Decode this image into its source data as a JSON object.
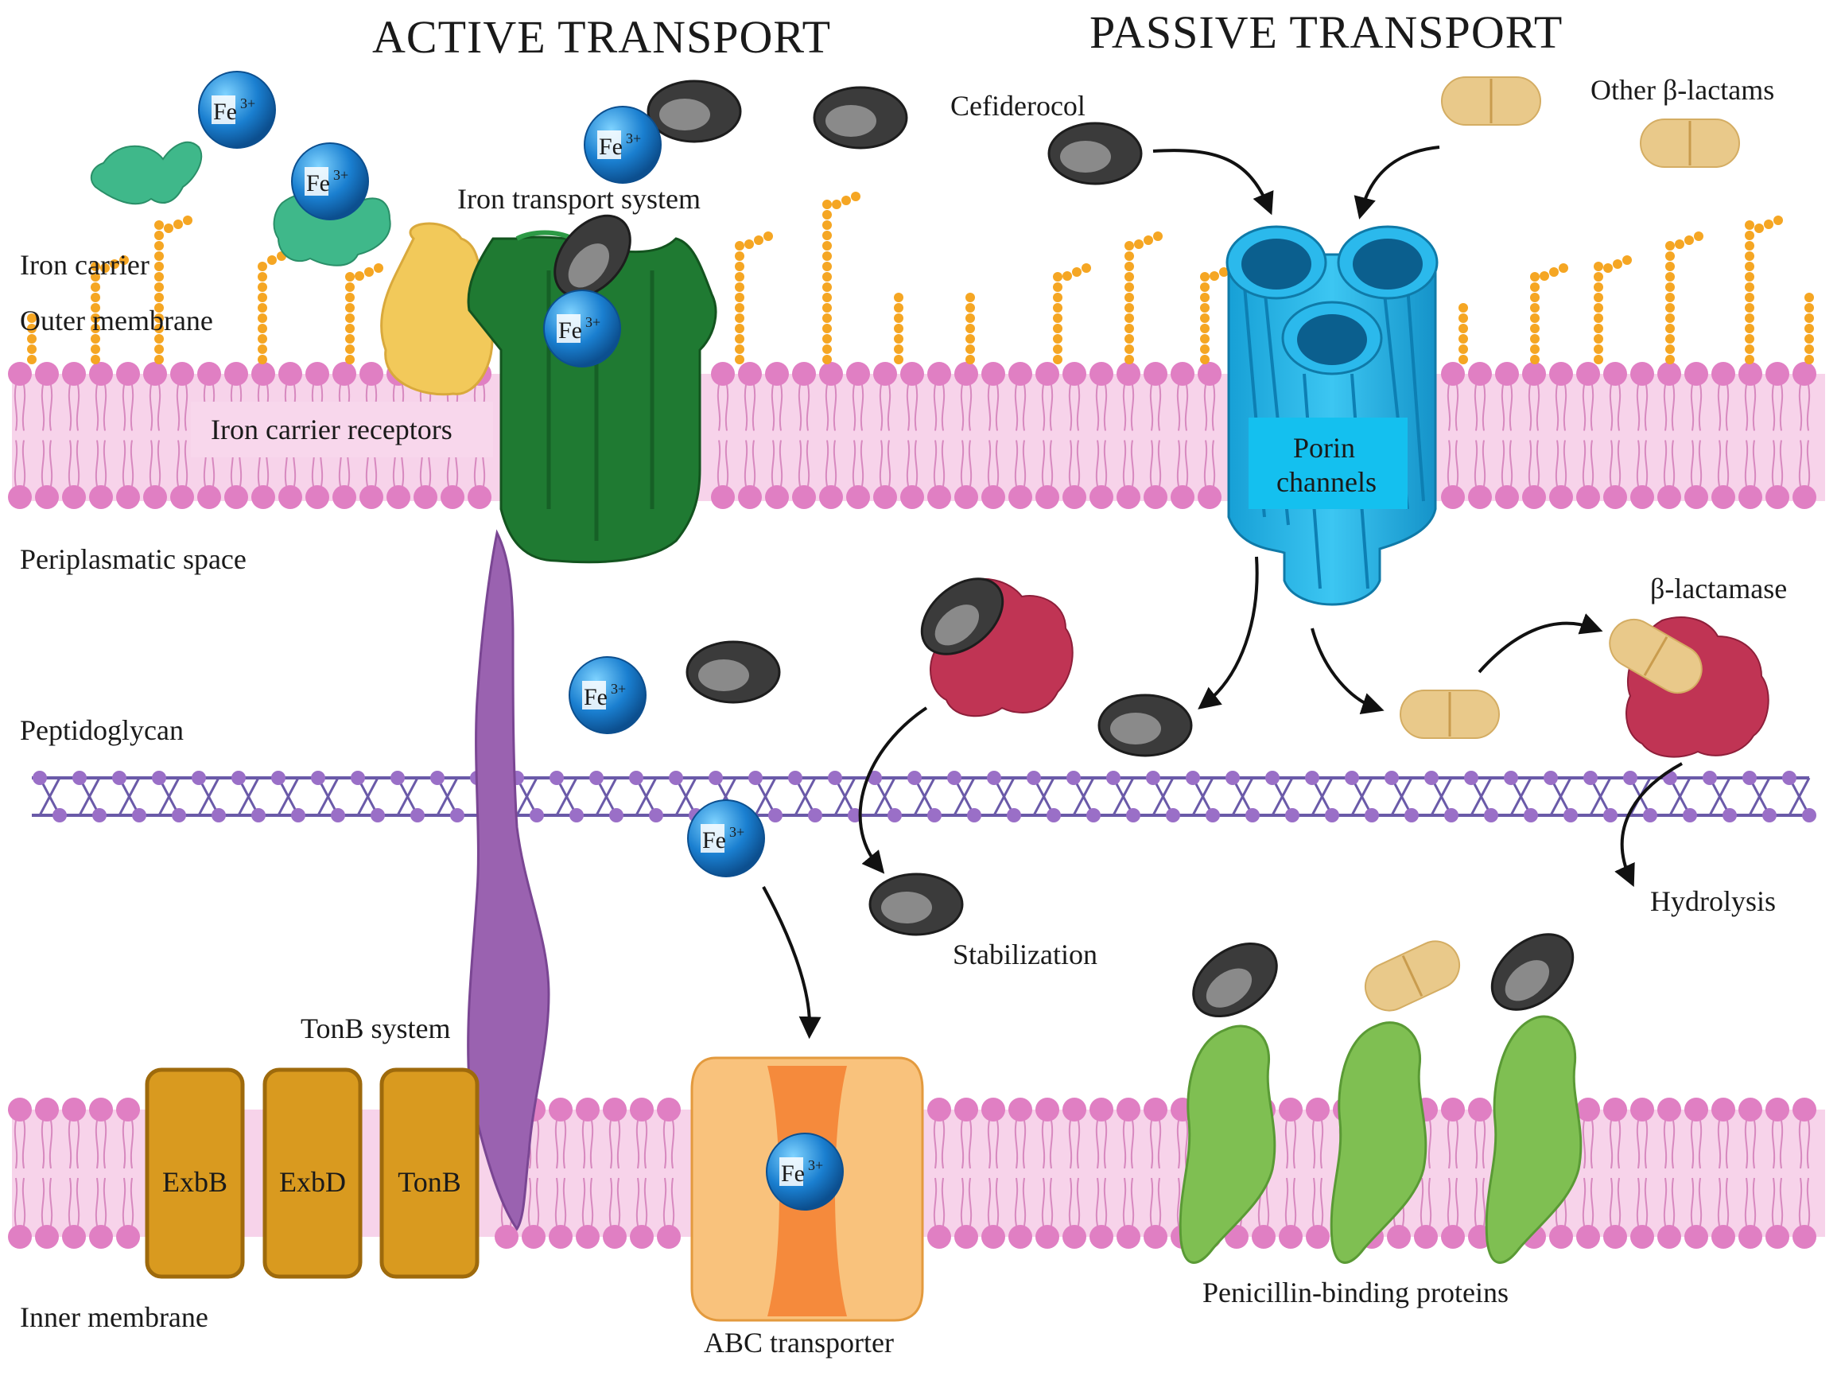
{
  "titles": {
    "active": "ACTIVE TRANSPORT",
    "passive": "PASSIVE TRANSPORT"
  },
  "labels": {
    "iron_carrier": "Iron carrier",
    "outer_membrane": "Outer membrane",
    "periplasmatic_space": "Periplasmatic space",
    "peptidoglycan": "Peptidoglycan",
    "inner_membrane": "Inner membrane",
    "iron_transport_system": "Iron transport system",
    "iron_carrier_receptors": "Iron carrier receptors",
    "cefiderocol": "Cefiderocol",
    "other_beta_lactams": "Other β-lactams",
    "porin_line1": "Porin",
    "porin_line2": "channels",
    "beta_lactamase": "β-lactamase",
    "hydrolysis": "Hydrolysis",
    "stabilization": "Stabilization",
    "tonb_system": "TonB system",
    "exbb": "ExbB",
    "exbd": "ExbD",
    "tonb": "TonB",
    "abc_transporter": "ABC transporter",
    "pbp": "Penicillin-binding proteins",
    "fe_symbol": "Fe",
    "fe_charge": "3+"
  },
  "colors": {
    "membrane_pink": "#f2b6dc",
    "head_pink": "#e07fc3",
    "lps_orange": "#f5a623",
    "porin_blue": "#1eaee0",
    "transport_green": "#1f7a32",
    "tonb_purple": "#9a62b0",
    "exb_gold": "#d99a1f",
    "abc_orange": "#f7b060",
    "pbp_green": "#7fbf52",
    "lactamase_red": "#c03454",
    "fe_blue": "#1a7fd0",
    "drug_gray": "#4a4a4a",
    "beta_lactam_tan": "#e9c98a"
  }
}
